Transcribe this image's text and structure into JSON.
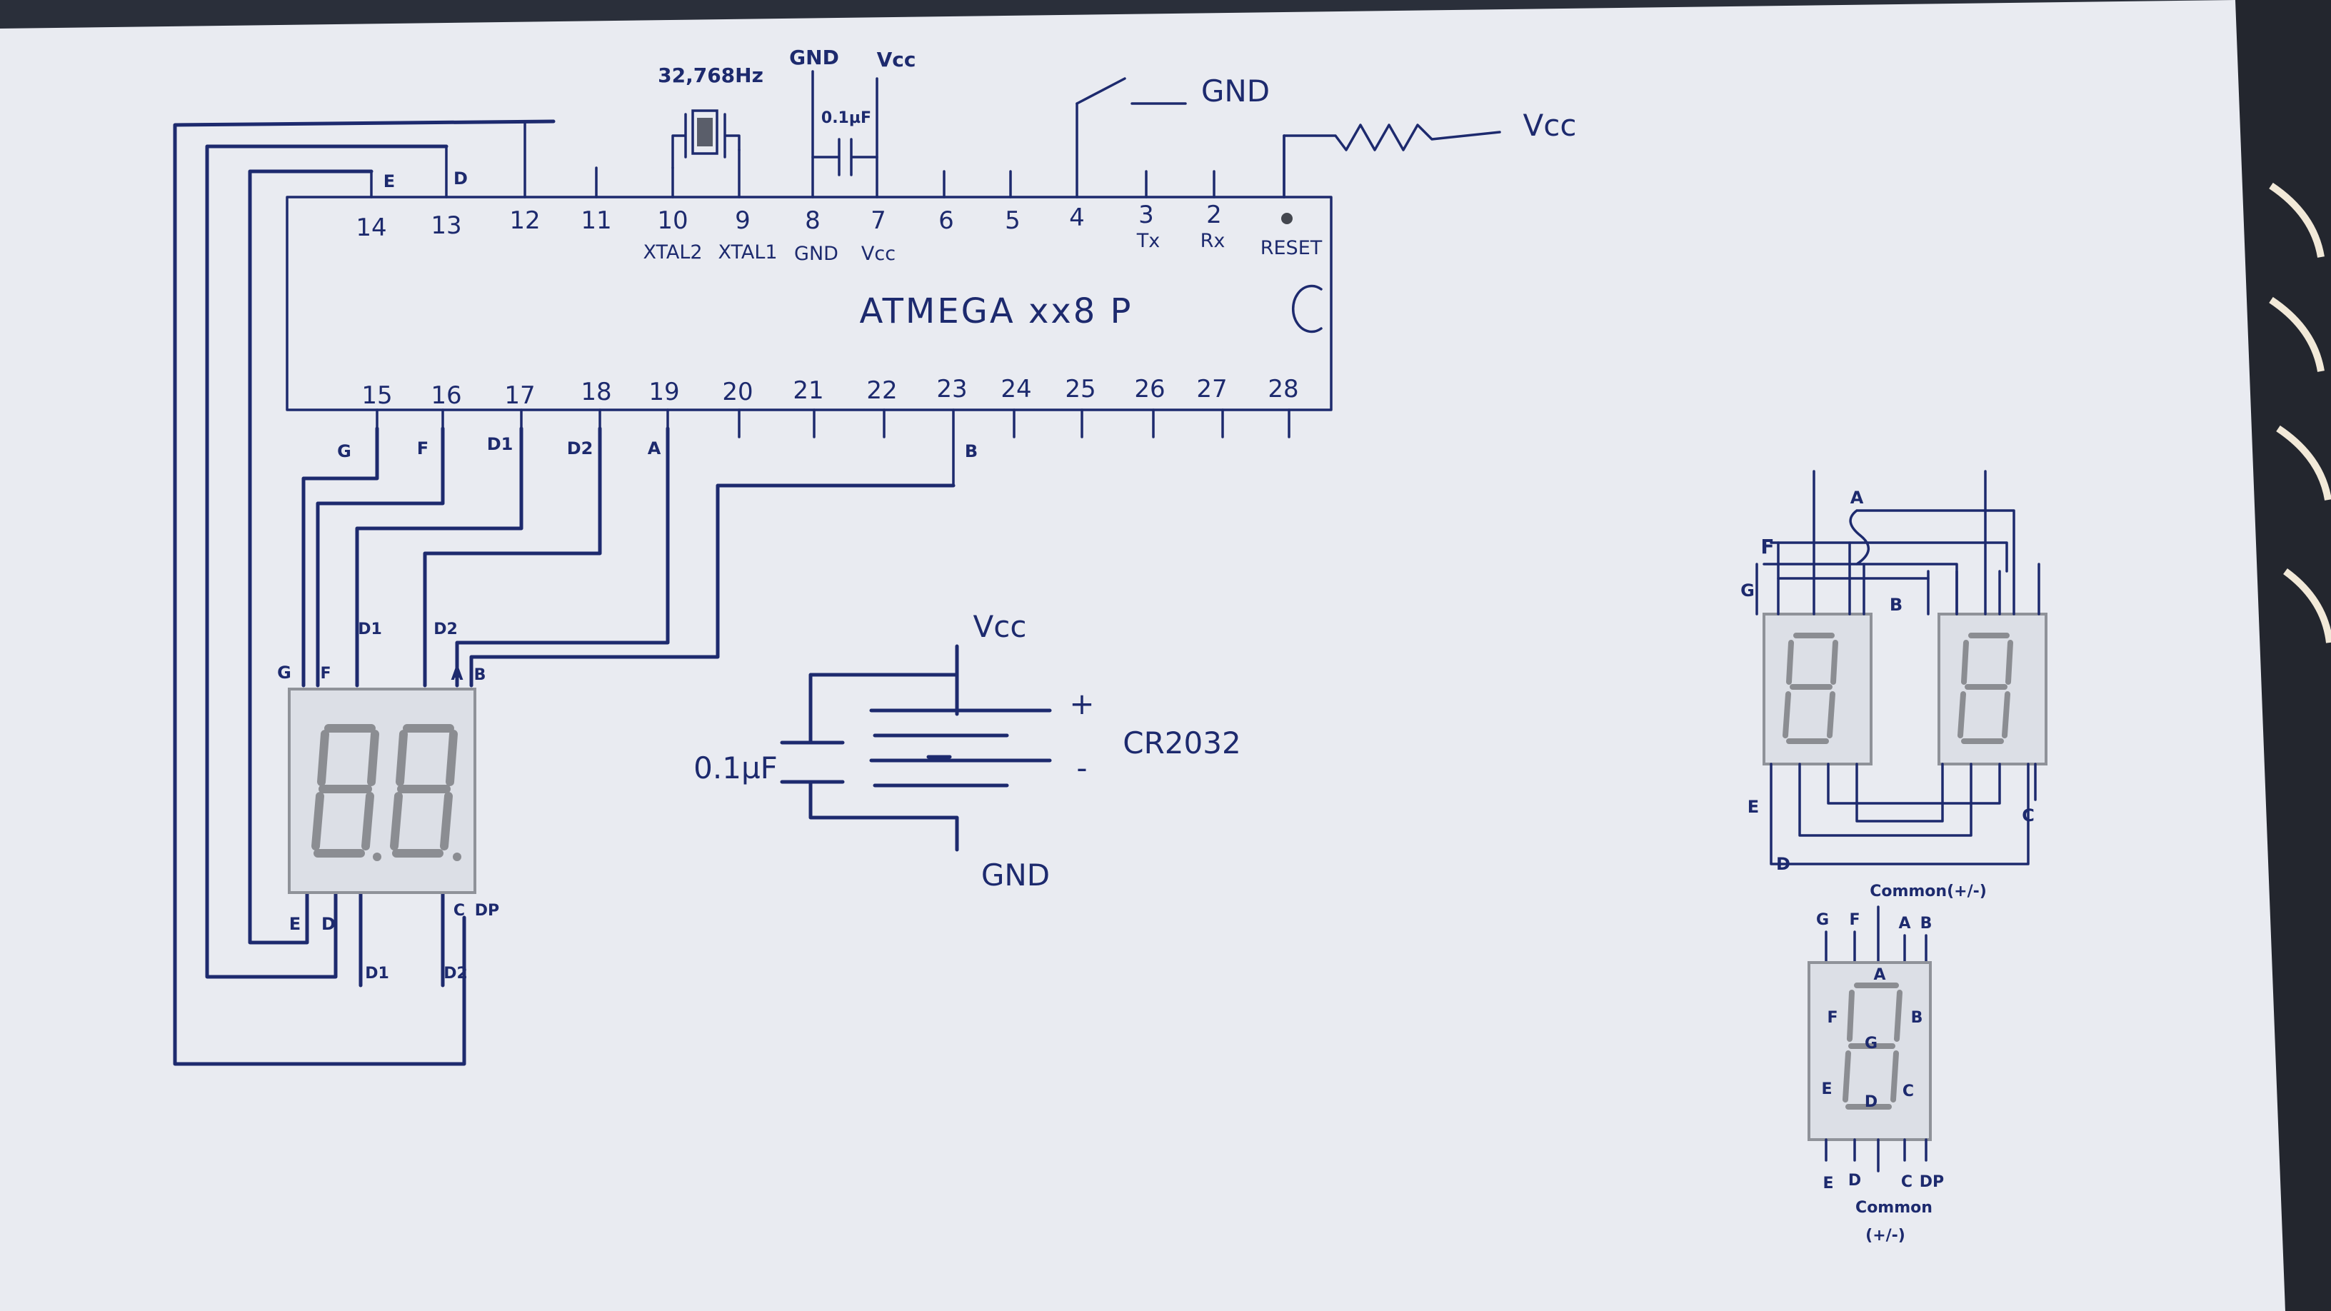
{
  "mcu": {
    "name": "ATMEGA xx8 P",
    "top_pins": [
      "14",
      "13",
      "12",
      "11",
      "10",
      "9",
      "8",
      "7",
      "6",
      "5",
      "4",
      "3",
      "2",
      ""
    ],
    "top_pin_names": [
      "",
      "",
      "",
      "",
      "XTAL2",
      "XTAL1",
      "GND",
      "Vcc",
      "",
      "",
      "",
      "Tx",
      "Rx",
      "RESET"
    ],
    "bottom_pins": [
      "15",
      "16",
      "17",
      "18",
      "19",
      "20",
      "21",
      "22",
      "23",
      "24",
      "25",
      "26",
      "27",
      "28"
    ]
  },
  "crystal": {
    "freq": "32,768Hz"
  },
  "labels": {
    "gnd_top": "GND",
    "vcc_top": "Vcc",
    "cap_top": "0.1µF",
    "switch_gnd": "GND",
    "reset_vcc": "Vcc"
  },
  "nets": {
    "top": [
      "E",
      "D"
    ],
    "bottom": [
      "G",
      "F",
      "D1",
      "D2",
      "A",
      "B"
    ]
  },
  "display_left": {
    "top_pins": [
      "G",
      "F",
      "D1",
      "D2",
      "A",
      "B"
    ],
    "bottom_pins": [
      "E",
      "D",
      "D1",
      "D2",
      "C",
      "DP"
    ]
  },
  "battery": {
    "vcc": "Vcc",
    "gnd": "GND",
    "cap": "0.1µF",
    "plus": "+",
    "minus": "-",
    "name": "CR2032"
  },
  "display_right_pair": {
    "labels": [
      "A",
      "F",
      "G",
      "B",
      "E",
      "C",
      "D"
    ]
  },
  "pinout": {
    "common_top": "Common(+/-)",
    "top_pins": [
      "G",
      "F",
      "A",
      "B"
    ],
    "segments": [
      "A",
      "F",
      "B",
      "G",
      "E",
      "D",
      "C"
    ],
    "bottom_pins": [
      "E",
      "D",
      "C",
      "DP"
    ],
    "common_bottom_line1": "Common",
    "common_bottom_line2": "(+/-)"
  }
}
